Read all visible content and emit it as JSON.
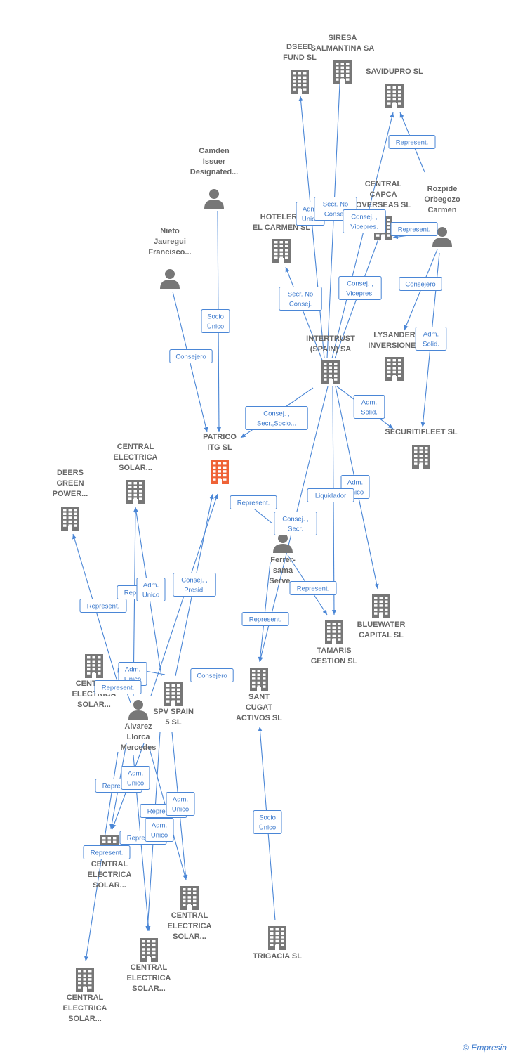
{
  "colors": {
    "node": "#777777",
    "focus": "#ef6236",
    "edge": "#4a86d6",
    "label": "#666666"
  },
  "nodes": [
    {
      "id": "dseed",
      "type": "company",
      "lines": [
        "DSEED",
        "FUND  SL"
      ]
    },
    {
      "id": "siresa",
      "type": "company",
      "lines": [
        "SIRESA",
        "SALMANTINA SA"
      ]
    },
    {
      "id": "savidupro",
      "type": "company",
      "lines": [
        "SAVIDUPRO SL"
      ]
    },
    {
      "id": "camden",
      "type": "person",
      "lines": [
        "Camden",
        "Issuer",
        "Designated..."
      ]
    },
    {
      "id": "central_capca",
      "type": "company",
      "lines": [
        "CENTRAL",
        "CAPCA",
        "OVERSEAS SL"
      ]
    },
    {
      "id": "rozpide",
      "type": "person",
      "lines": [
        "Rozpide",
        "Orbegozo",
        "Carmen"
      ]
    },
    {
      "id": "hotelera",
      "type": "company",
      "lines": [
        "HOTELERA",
        "EL CARMEN SL"
      ]
    },
    {
      "id": "nieto",
      "type": "person",
      "lines": [
        "Nieto",
        "Jauregui",
        "Francisco..."
      ]
    },
    {
      "id": "intertrust",
      "type": "company",
      "lines": [
        "INTERTRUST",
        "(SPAIN) SA"
      ]
    },
    {
      "id": "lysander",
      "type": "company",
      "lines": [
        "LYSANDER",
        "INVERSIONES"
      ]
    },
    {
      "id": "securitifleet",
      "type": "company",
      "lines": [
        "SECURITIFLEET SL"
      ]
    },
    {
      "id": "patrico",
      "type": "focus",
      "lines": [
        "PATRICO",
        "ITG  SL"
      ]
    },
    {
      "id": "ces_top",
      "type": "company",
      "lines": [
        "CENTRAL",
        "ELECTRICA",
        "SOLAR..."
      ]
    },
    {
      "id": "deers",
      "type": "company",
      "lines": [
        "DEERS",
        "GREEN",
        "POWER..."
      ]
    },
    {
      "id": "ferrer",
      "type": "person",
      "lines": [
        "Ferrer-",
        "sama",
        "Serve..."
      ]
    },
    {
      "id": "bluewater",
      "type": "company",
      "lines": [
        "BLUEWATER",
        "CAPITAL SL"
      ]
    },
    {
      "id": "tamaris",
      "type": "company",
      "lines": [
        "TAMARIS",
        "GESTION SL"
      ]
    },
    {
      "id": "ces_left",
      "type": "company",
      "lines": [
        "CENTRAL",
        "ELECTRICA",
        "SOLAR..."
      ]
    },
    {
      "id": "spv",
      "type": "company",
      "lines": [
        "SPV SPAIN",
        "5  SL"
      ]
    },
    {
      "id": "santcugat",
      "type": "company",
      "lines": [
        "SANT",
        "CUGAT",
        "ACTIVOS  SL"
      ]
    },
    {
      "id": "alvarez",
      "type": "person",
      "lines": [
        "Alvarez",
        "Llorca",
        "Mercedes"
      ]
    },
    {
      "id": "ces_mid",
      "type": "company",
      "lines": [
        "CENTRAL",
        "ELECTRICA",
        "SOLAR..."
      ]
    },
    {
      "id": "ces_b2",
      "type": "company",
      "lines": [
        "CENTRAL",
        "ELECTRICA",
        "SOLAR..."
      ]
    },
    {
      "id": "ces_b3",
      "type": "company",
      "lines": [
        "CENTRAL",
        "ELECTRICA",
        "SOLAR..."
      ]
    },
    {
      "id": "ces_b1",
      "type": "company",
      "lines": [
        "CENTRAL",
        "ELECTRICA",
        "SOLAR..."
      ]
    },
    {
      "id": "trigacia",
      "type": "company",
      "lines": [
        "TRIGACIA  SL"
      ]
    }
  ],
  "edges": [
    {
      "from": "intertrust",
      "to": "dseed",
      "label": [
        "Adm.",
        "Unico"
      ]
    },
    {
      "from": "intertrust",
      "to": "siresa",
      "label": [
        "Secr.  No",
        "Consej."
      ]
    },
    {
      "from": "intertrust",
      "to": "savidupro",
      "label": [
        "Consej. ,",
        "Vicepres."
      ]
    },
    {
      "from": "rozpide",
      "to": "savidupro",
      "label": [
        "Represent."
      ]
    },
    {
      "from": "intertrust",
      "to": "central_capca",
      "label": [
        "Consej. ,",
        "Vicepres."
      ]
    },
    {
      "from": "rozpide",
      "to": "central_capca",
      "label": [
        "Represent."
      ]
    },
    {
      "from": "intertrust",
      "to": "hotelera",
      "label": [
        "Secr.  No",
        "Consej."
      ]
    },
    {
      "from": "rozpide",
      "to": "lysander",
      "label": [
        "Consejero"
      ]
    },
    {
      "from": "rozpide",
      "to": "securitifleet",
      "label": [
        "Adm.",
        "Solid."
      ]
    },
    {
      "from": "intertrust",
      "to": "securitifleet",
      "label": [
        "Adm.",
        "Solid."
      ]
    },
    {
      "from": "camden",
      "to": "patrico",
      "label": [
        "Socio",
        "Único"
      ]
    },
    {
      "from": "nieto",
      "to": "patrico",
      "label": [
        "Consejero"
      ]
    },
    {
      "from": "intertrust",
      "to": "patrico",
      "label": [
        "Consej. ,",
        "Secr.,Socio..."
      ]
    },
    {
      "from": "intertrust",
      "to": "bluewater",
      "label": [
        "Adm.",
        "Unico"
      ]
    },
    {
      "from": "intertrust",
      "to": "tamaris",
      "label": [
        "Liquidador"
      ]
    },
    {
      "from": "intertrust",
      "to": "santcugat",
      "label": [
        "Consej. ,",
        "Secr."
      ]
    },
    {
      "from": "ferrer",
      "to": "patrico",
      "label": [
        "Represent."
      ]
    },
    {
      "from": "ferrer",
      "to": "tamaris",
      "label": [
        "Represent."
      ]
    },
    {
      "from": "ferrer",
      "to": "santcugat",
      "label": [
        "Represent."
      ]
    },
    {
      "from": "spv",
      "to": "patrico",
      "label": [
        "Consej. ,",
        "Presid."
      ]
    },
    {
      "from": "alvarez",
      "to": "patrico",
      "label": [
        "Consejero"
      ]
    },
    {
      "from": "alvarez",
      "to": "ces_top",
      "label": [
        "Represent."
      ]
    },
    {
      "from": "spv",
      "to": "ces_top",
      "label": [
        "Adm.",
        "Unico"
      ]
    },
    {
      "from": "alvarez",
      "to": "deers",
      "label": [
        "Represent."
      ]
    },
    {
      "from": "spv",
      "to": "ces_left",
      "label": [
        "Adm.",
        "Unico"
      ]
    },
    {
      "from": "alvarez",
      "to": "ces_left",
      "label": [
        "Represent."
      ]
    },
    {
      "from": "alvarez",
      "to": "ces_mid",
      "label": [
        "Represent."
      ]
    },
    {
      "from": "spv",
      "to": "ces_mid",
      "label": [
        "Adm.",
        "Unico"
      ]
    },
    {
      "from": "alvarez",
      "to": "ces_b2",
      "label": [
        "Represent."
      ]
    },
    {
      "from": "spv",
      "to": "ces_b2",
      "label": [
        "Adm.",
        "Unico"
      ]
    },
    {
      "from": "alvarez",
      "to": "ces_b3",
      "label": [
        "Represent."
      ]
    },
    {
      "from": "spv",
      "to": "ces_b3",
      "label": [
        "Adm.",
        "Unico"
      ]
    },
    {
      "from": "alvarez",
      "to": "ces_b1",
      "label": [
        "Represent."
      ]
    },
    {
      "from": "trigacia",
      "to": "santcugat",
      "label": [
        "Socio",
        "Único"
      ]
    }
  ],
  "brand": {
    "copyright": "©",
    "name": "Empresia"
  }
}
